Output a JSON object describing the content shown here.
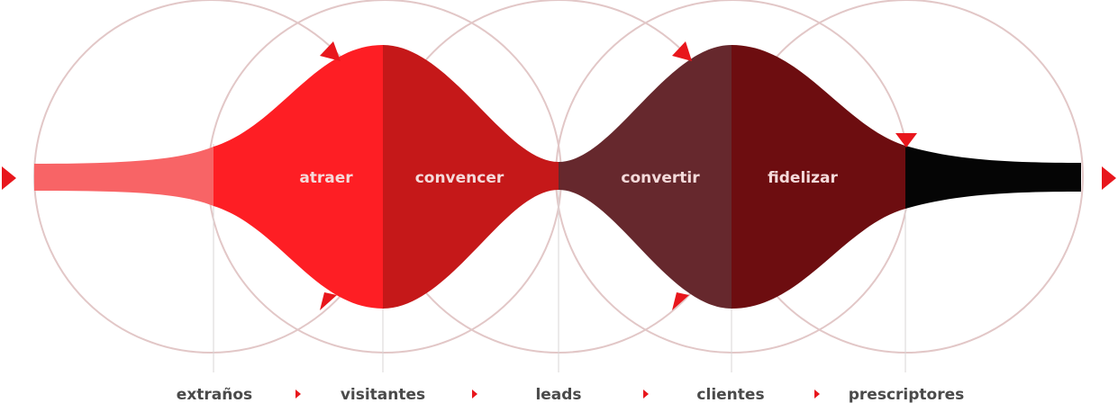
{
  "stages": [
    {
      "label": "atraer"
    },
    {
      "label": "convencer"
    },
    {
      "label": "convertir"
    },
    {
      "label": "fidelizar"
    }
  ],
  "milestones": [
    {
      "label": "extraños"
    },
    {
      "label": "visitantes"
    },
    {
      "label": "leads"
    },
    {
      "label": "clientes"
    },
    {
      "label": "prescriptores"
    }
  ],
  "colors": {
    "tail_in": "#f86466",
    "atraer": "#fe1e24",
    "convencer": "#c51819",
    "convertir": "#66282d",
    "fidelizar": "#6d0d10",
    "tail_out": "#050505",
    "circle_stroke": "#e2c7c7",
    "arrow": "#e8161c",
    "stage_text": "#f4dada",
    "milestone_text": "#4a4a4a"
  }
}
